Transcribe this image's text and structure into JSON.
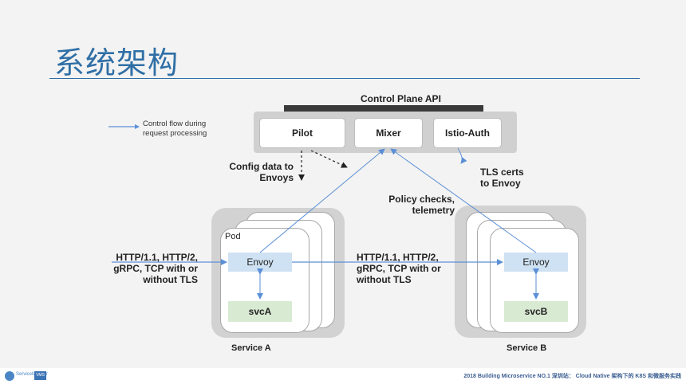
{
  "title": "系统架构",
  "legend": {
    "line1": "Control flow during",
    "line2": "request processing"
  },
  "control_plane": {
    "title": "Control Plane API",
    "components": [
      "Pilot",
      "Mixer",
      "Istio-Auth"
    ]
  },
  "annotations": {
    "config_1": "Config data to",
    "config_2": "Envoys",
    "tls_1": "TLS certs",
    "tls_2": "to Envoy",
    "policy_1": "Policy checks,",
    "policy_2": "telemetry"
  },
  "protocols": {
    "left": [
      "HTTP/1.1, HTTP/2,",
      "gRPC, TCP with or",
      "without TLS"
    ],
    "middle": [
      "HTTP/1.1, HTTP/2,",
      "gRPC, TCP with or",
      "without TLS"
    ]
  },
  "service_a": {
    "label": "Service A",
    "pod_label": "Pod",
    "proxy": "Envoy",
    "app": "svcA"
  },
  "service_b": {
    "label": "Service B",
    "proxy": "Envoy",
    "app": "svcB"
  },
  "footer": {
    "text": "2018 Building Microservice NO.1 深圳站： Cloud Native 架构下的 K8S 和微服务实践",
    "logo_text": "ServiceMesher",
    "logo_box": "VMS"
  },
  "colors": {
    "title": "#2f6fa6",
    "control_flow": "#5b8fd6",
    "envoy_fill": "#cfe2f3",
    "app_fill": "#d9ead3"
  }
}
